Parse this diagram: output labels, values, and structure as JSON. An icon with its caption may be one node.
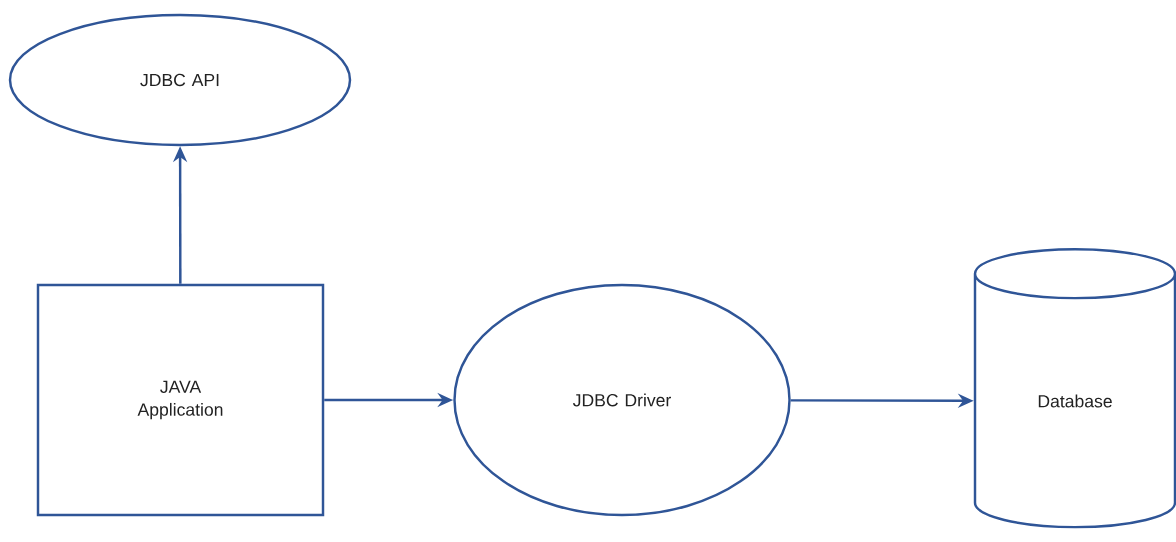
{
  "diagram": {
    "nodes": [
      {
        "text": [
          "JDBC API"
        ]
      },
      {
        "text": [
          "JAVA Application"
        ]
      },
      {
        "text": [
          "JDBC Driver"
        ]
      },
      {
        "text": [
          "Database"
        ]
      }
    ],
    "edges": [
      {
        "from": 1,
        "to": 0,
        "arrow": "to"
      },
      {
        "from": 1,
        "to": 2,
        "arrow": "to"
      },
      {
        "from": 2,
        "to": 3,
        "arrow": "to"
      }
    ]
  }
}
